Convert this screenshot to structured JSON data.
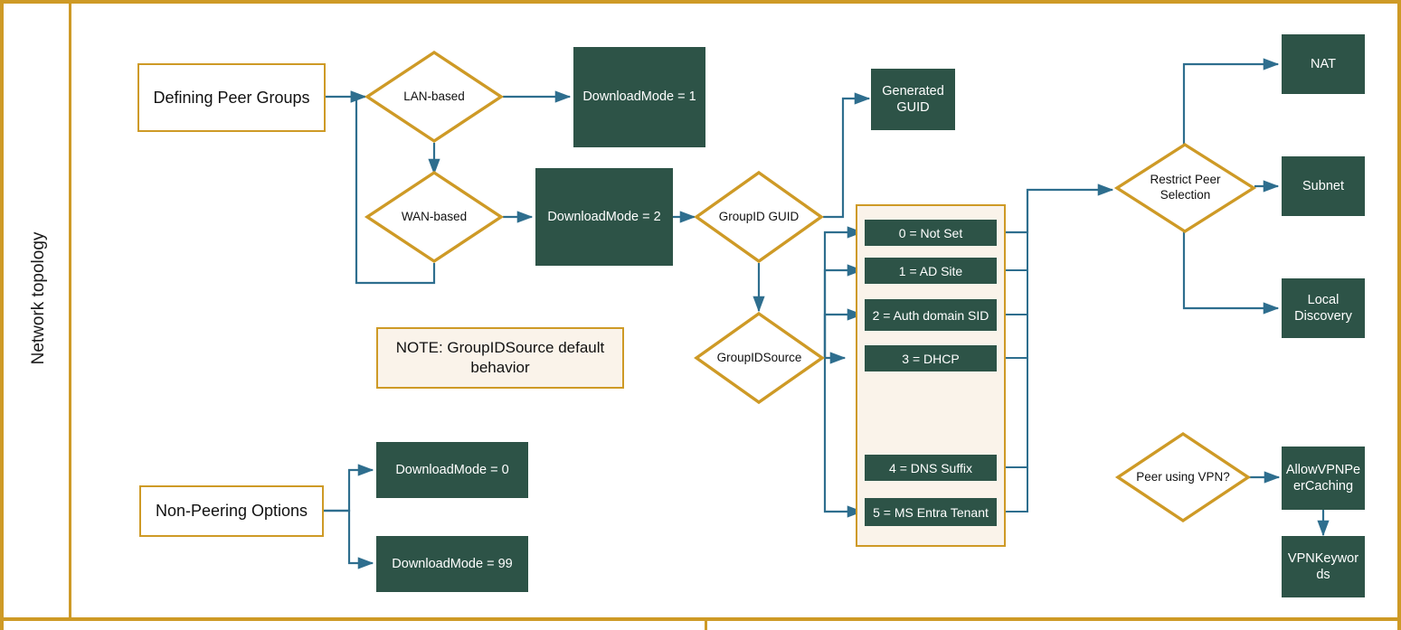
{
  "lane": {
    "title": "Network topology"
  },
  "colors": {
    "gold": "#CE9A26",
    "green": "#2D5347",
    "connector": "#2E6E8E",
    "note_fill": "#FAF3EA"
  },
  "entry_nodes": {
    "defining_peer_groups": "Defining Peer Groups",
    "non_peering_options": "Non-Peering Options"
  },
  "decisions": {
    "lan_based": "LAN-based",
    "wan_based": "WAN-based",
    "groupid_guid": "GroupID GUID",
    "groupid_source": "GroupIDSource",
    "restrict_peer_selection": "Restrict Peer\nSelection",
    "restrict_peer_selection_line1": "Restrict Peer",
    "restrict_peer_selection_line2": "Selection",
    "peer_using_vpn": "Peer using VPN?"
  },
  "results": {
    "download_mode_1": "DownloadMode = 1",
    "download_mode_2": "DownloadMode = 2",
    "download_mode_0": "DownloadMode = 0",
    "download_mode_99": "DownloadMode = 99",
    "generated_guid_line1": "Generated",
    "generated_guid_line2": "GUID",
    "nat": "NAT",
    "subnet": "Subnet",
    "local_discovery_line1": "Local",
    "local_discovery_line2": "Discovery",
    "allow_vpn_peer_caching_line1": "AllowVPNPe",
    "allow_vpn_peer_caching_line2": "erCaching",
    "vpn_keywords_line1": "VPNKeywor",
    "vpn_keywords_line2": "ds"
  },
  "note": {
    "line1": "NOTE: GroupIDSource default",
    "line2": "behavior"
  },
  "groupid_source_options": [
    {
      "label": "0 = Not Set"
    },
    {
      "label": "1 = AD Site"
    },
    {
      "label": "2 = Auth domain SID"
    },
    {
      "label": "3 = DHCP"
    },
    {
      "label": "4 = DNS Suffix"
    },
    {
      "label": "5 = MS Entra Tenant"
    }
  ]
}
